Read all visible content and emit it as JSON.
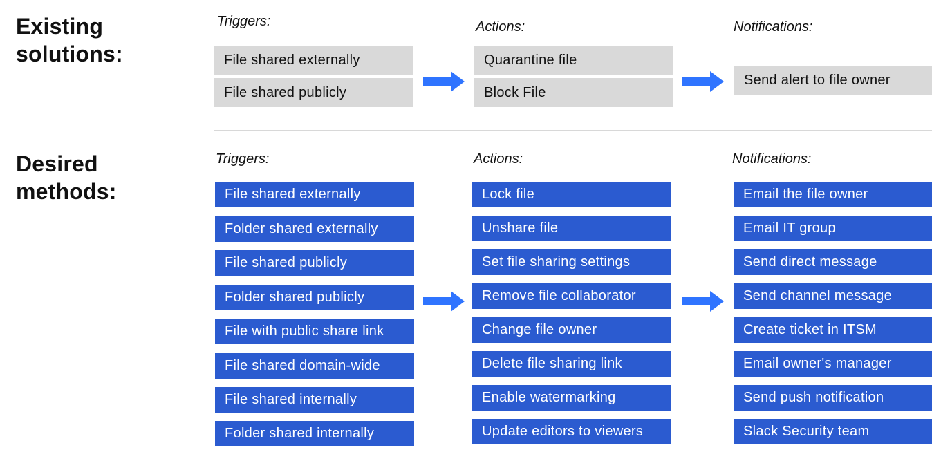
{
  "existing": {
    "title_line1": "Existing",
    "title_line2": "solutions:",
    "triggers_label": "Triggers:",
    "actions_label": "Actions:",
    "notifications_label": "Notifications:",
    "triggers": [
      "File shared externally",
      "File shared publicly"
    ],
    "actions": [
      "Quarantine file",
      "Block File"
    ],
    "notifications": [
      "Send alert to file owner"
    ]
  },
  "desired": {
    "title_line1": "Desired",
    "title_line2": "methods:",
    "triggers_label": "Triggers:",
    "actions_label": "Actions:",
    "notifications_label": "Notifications:",
    "triggers": [
      "File shared externally",
      "Folder shared externally",
      "File shared publicly",
      "Folder shared publicly",
      "File with public share link",
      "File shared domain-wide",
      "File shared internally",
      "Folder shared internally"
    ],
    "actions": [
      "Lock file",
      "Unshare file",
      "Set file sharing settings",
      "Remove file collaborator",
      "Change file owner",
      "Delete file sharing link",
      "Enable watermarking",
      "Update editors to viewers"
    ],
    "notifications": [
      "Email the file owner",
      "Email IT group",
      "Send direct message",
      "Send channel message",
      "Create ticket in ITSM",
      "Email owner's manager",
      "Send push notification",
      "Slack Security team"
    ]
  },
  "colors": {
    "existing_box": "#d9d9d9",
    "desired_box": "#2b5bd0",
    "arrow": "#2f74ff"
  }
}
